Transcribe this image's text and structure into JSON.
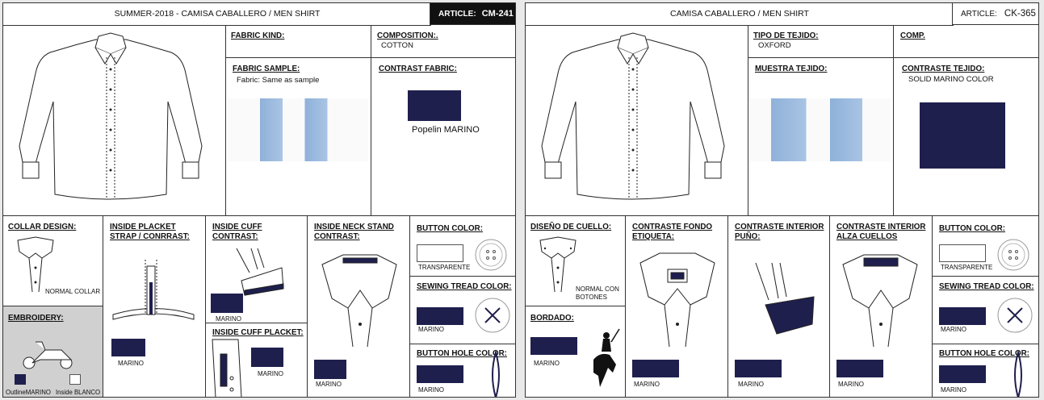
{
  "colors": {
    "navy": "#1f1f4e",
    "fabric_blue": "#8fb1d9",
    "emb_bg": "#d0d0d0"
  },
  "sheet1": {
    "header_title": "SUMMER-2018 - CAMISA CABALLERO / MEN SHIRT",
    "article_label": "ARTICLE:",
    "article_code": "CM-241",
    "fabric_kind": {
      "label": "FABRIC KIND:"
    },
    "composition": {
      "label": "COMPOSITION:.",
      "value": "COTTON"
    },
    "fabric_sample": {
      "label": "FABRIC SAMPLE:",
      "value": "Fabric: Same as sample"
    },
    "contrast_fabric": {
      "label": "CONTRAST FABRIC:",
      "value": "Popelin MARINO"
    },
    "collar": {
      "label": "COLLAR DESIGN:",
      "value": "NORMAL COLLAR"
    },
    "embroidery": {
      "label": "EMBROIDERY:",
      "outline": "OutlineMARINO",
      "inside": "Inside BLANCO"
    },
    "placket": {
      "label1": "INSIDE PLACKET",
      "label2": "STRAP / CONRRAST:",
      "value": "MARINO"
    },
    "cuff_contrast": {
      "label1": "INSIDE CUFF",
      "label2": "CONTRAST:",
      "value": "MARINO"
    },
    "cuff_placket": {
      "label": "INSIDE CUFF PLACKET:",
      "value": "MARINO"
    },
    "neck_stand": {
      "label1": "INSIDE NECK STAND",
      "label2": "CONTRAST:",
      "value": "MARINO"
    },
    "button_color": {
      "label": "BUTTON COLOR:",
      "value": "TRANSPARENTE"
    },
    "sewing_tread": {
      "label": "SEWING TREAD COLOR:",
      "value": "MARINO"
    },
    "button_hole": {
      "label": "BUTTON HOLE COLOR:",
      "value": "MARINO"
    }
  },
  "sheet2": {
    "header_title": "CAMISA CABALLERO / MEN SHIRT",
    "article_label": "ARTICLE:",
    "article_code": "CK-365",
    "tipo_tejido": {
      "label": "TIPO DE TEJIDO:",
      "value": "OXFORD"
    },
    "comp": {
      "label": "COMP."
    },
    "muestra": {
      "label": "MUESTRA TEJIDO:"
    },
    "contraste_tejido": {
      "label": "CONTRASTE TEJIDO:",
      "value": "SOLID MARINO COLOR"
    },
    "cuello": {
      "label": "DISEÑO DE CUELLO:",
      "value1": "NORMAL CON",
      "value2": "BOTONES"
    },
    "bordado": {
      "label": "BORDADO:",
      "value": "MARINO"
    },
    "etiqueta": {
      "label1": "CONTRASTE FONDO",
      "label2": "ETIQUETA:",
      "value": "MARINO"
    },
    "puno": {
      "label1": "CONTRASTE INTERIOR",
      "label2": "PUÑO:",
      "value": "MARINO"
    },
    "alza": {
      "label1": "CONTRASTE INTERIOR",
      "label2": "ALZA CUELLOS",
      "value": "MARINO"
    },
    "button_color": {
      "label": "BUTTON COLOR:",
      "value": "TRANSPARENTE"
    },
    "sewing_tread": {
      "label": "SEWING TREAD COLOR:",
      "value": "MARINO"
    },
    "button_hole": {
      "label": "BUTTON HOLE COLOR:",
      "value": "MARINO"
    }
  }
}
